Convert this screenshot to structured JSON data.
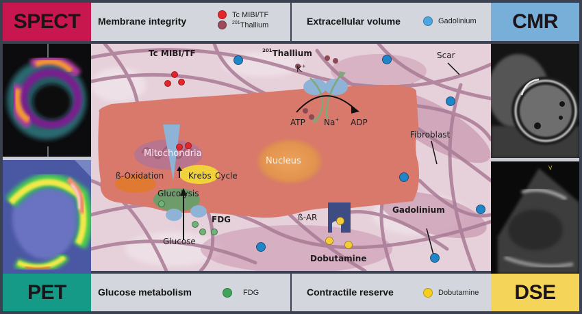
{
  "figure": {
    "top_left": {
      "modality": "SPECT",
      "modality_color": "#c8174f",
      "title": "Membrane integrity",
      "legend": [
        {
          "label": "Tc MIBI/TF",
          "color": "#e3262b"
        },
        {
          "label_sup": "201",
          "label": "Thallium",
          "color": "#9a4a5a"
        }
      ]
    },
    "top_right": {
      "modality": "CMR",
      "modality_color": "#78afd9",
      "title": "Extracellular volume",
      "legend": [
        {
          "label": "Gadolinium",
          "color": "#4da6e0"
        }
      ]
    },
    "bottom_left": {
      "modality": "PET",
      "modality_color": "#149a86",
      "title": "Glucose metabolism",
      "legend": [
        {
          "label": "FDG",
          "color": "#3fa35a"
        }
      ]
    },
    "bottom_right": {
      "modality": "DSE",
      "modality_color": "#f5d45a",
      "title": "Contractile reserve",
      "legend": [
        {
          "label": "Dobutamine",
          "color": "#f6cf1c"
        }
      ]
    },
    "images": {
      "spect": "SPECT myocardial perfusion short-axis image",
      "pet": "PET FDG uptake image",
      "cmr": "Cardiac MR late gadolinium enhancement image",
      "dse": "Dobutamine stress echocardiography image"
    },
    "cell_labels": {
      "tc_mibi": "Tc MIBI/TF",
      "thallium_sup": "201",
      "thallium": "Thallium",
      "k_plus": "K",
      "k_sup": "+",
      "atp": "ATP",
      "na_plus": "Na",
      "na_sup": "+",
      "adp": "ADP",
      "mitochondria": "Mitochondria",
      "beta_oxidation": "ß-Oxidation",
      "krebs": "Krebs",
      "cycle": "Cycle",
      "glycolysis": "Glucolysis",
      "glucose": "Glucose",
      "fdg": "FDG",
      "nucleus": "Nucleus",
      "beta_ar": "ß-AR",
      "dobutamine": "Dobutamine",
      "gadolinium": "Gadolinium",
      "scar": "Scar",
      "fibroblast": "Fibroblast"
    },
    "colors": {
      "tc_mibi_dot": "#e3262b",
      "thallium_dot": "#8c4a55",
      "gadolinium_dot": "#1e86c8",
      "fdg_dot": "#6fb27a",
      "dobutamine_dot": "#f4cc3a",
      "cell_body": "#d9796c",
      "nucleus": "#e49a55",
      "mitochondria": "#b9758e",
      "beta_oxidation": "#e07a2e",
      "krebs": "#f2d23a",
      "glycolysis": "#6e9c6a",
      "transporter": "#8fb3d6",
      "beta_ar": "#3d4c82",
      "matrix_bg": "#e7d0da",
      "fiber": "#a97b95"
    }
  }
}
